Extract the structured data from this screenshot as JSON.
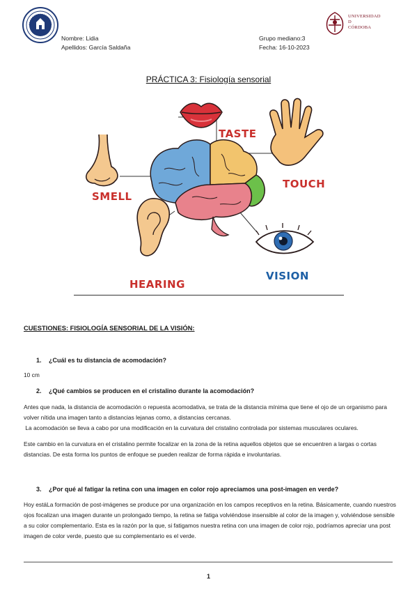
{
  "header": {
    "name_label": "Nombre: Lidia",
    "surname_label": "Apellidos: García Saldaña",
    "group_label": "Grupo mediano:3",
    "date_label": "Fecha: 16-10-2023",
    "university_line1": "UNIVERSIDAD",
    "university_line2": "D",
    "university_line3": "CÓRDOBA"
  },
  "title": "PRÁCTICA 3: Fisiología sensorial",
  "illustration": {
    "labels": {
      "taste": "TASTE",
      "touch": "TOUCH",
      "smell": "SMELL",
      "vision": "VISION",
      "hearing": "HEARING"
    }
  },
  "section_title": "CUESTIONES: FISIOLOGÍA SENSORIAL DE LA VISIÓN:",
  "questions": [
    {
      "number": "1.",
      "text": "¿Cuál es tu distancia de acomodación?",
      "answer": [
        "10 cm"
      ]
    },
    {
      "number": "2.",
      "text": "¿Qué cambios se producen en el cristalino durante la acomodación?",
      "answer": [
        "Antes que nada, la distancia de acomodación o repuesta acomodativa, se trata de la distancia mínima que tiene el ojo de un organismo para volver nítida una imagen tanto a distancias lejanas como, a distancias cercanas.",
        " La acomodación se lleva a cabo por una modificación en la curvatura del cristalino controlada por sistemas musculares oculares.",
        "Este cambio en la curvatura en el cristalino permite focalizar en la zona de la retina aquellos objetos que se encuentren a largas o cortas distancias. De esta forma los puntos de enfoque se pueden realizar de forma rápida e involuntarias."
      ]
    },
    {
      "number": "3.",
      "text": "¿Por qué al fatigar la retina con una imagen en color rojo apreciamos una post-imagen en verde?",
      "answer": [
        "Hoy estáLa formación de post-imágenes se produce por una organización en los campos receptivos en la retina. Básicamente, cuando nuestros ojos focalizan una imagen durante un prolongado tiempo, la retina se fatiga volviéndose insensible al color de la imagen y, volviéndose sensible a su color complementario. Esta es la razón por la que, si fatigamos nuestra retina con una imagen de color rojo, podríamos apreciar una post imagen de color verde, puesto que su complementario es el verde."
      ]
    }
  ],
  "page_number": "1",
  "colors": {
    "label_red": "#c9302c",
    "label_blue": "#1d5fa5",
    "brain_blue": "#6fa8d9",
    "brain_yellow": "#f2c46d",
    "brain_pink": "#e8828c",
    "brain_green": "#6cc04a"
  }
}
